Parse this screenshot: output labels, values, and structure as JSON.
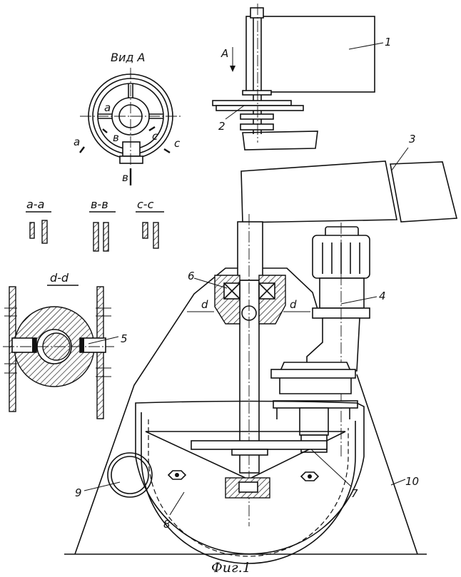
{
  "figure": {
    "caption": "Фиг.1",
    "view_title": "Вид А",
    "view_arrow_label": "А"
  },
  "section_titles": {
    "a": "а-а",
    "b": "в-в",
    "c": "с-с",
    "d": "d-d"
  },
  "section_marks": {
    "view_a_inner": "а",
    "view_a_left": "а",
    "view_b_inner": "в",
    "view_b_bottom": "в",
    "view_c_inner": "с",
    "view_c_right": "с",
    "d_left": "d",
    "d_right": "d"
  },
  "callouts": {
    "n1": "1",
    "n2": "2",
    "n3": "3",
    "n4": "4",
    "n5": "5",
    "n6": "6",
    "n7": "7",
    "n8": "8",
    "n9": "9",
    "n10": "10"
  }
}
